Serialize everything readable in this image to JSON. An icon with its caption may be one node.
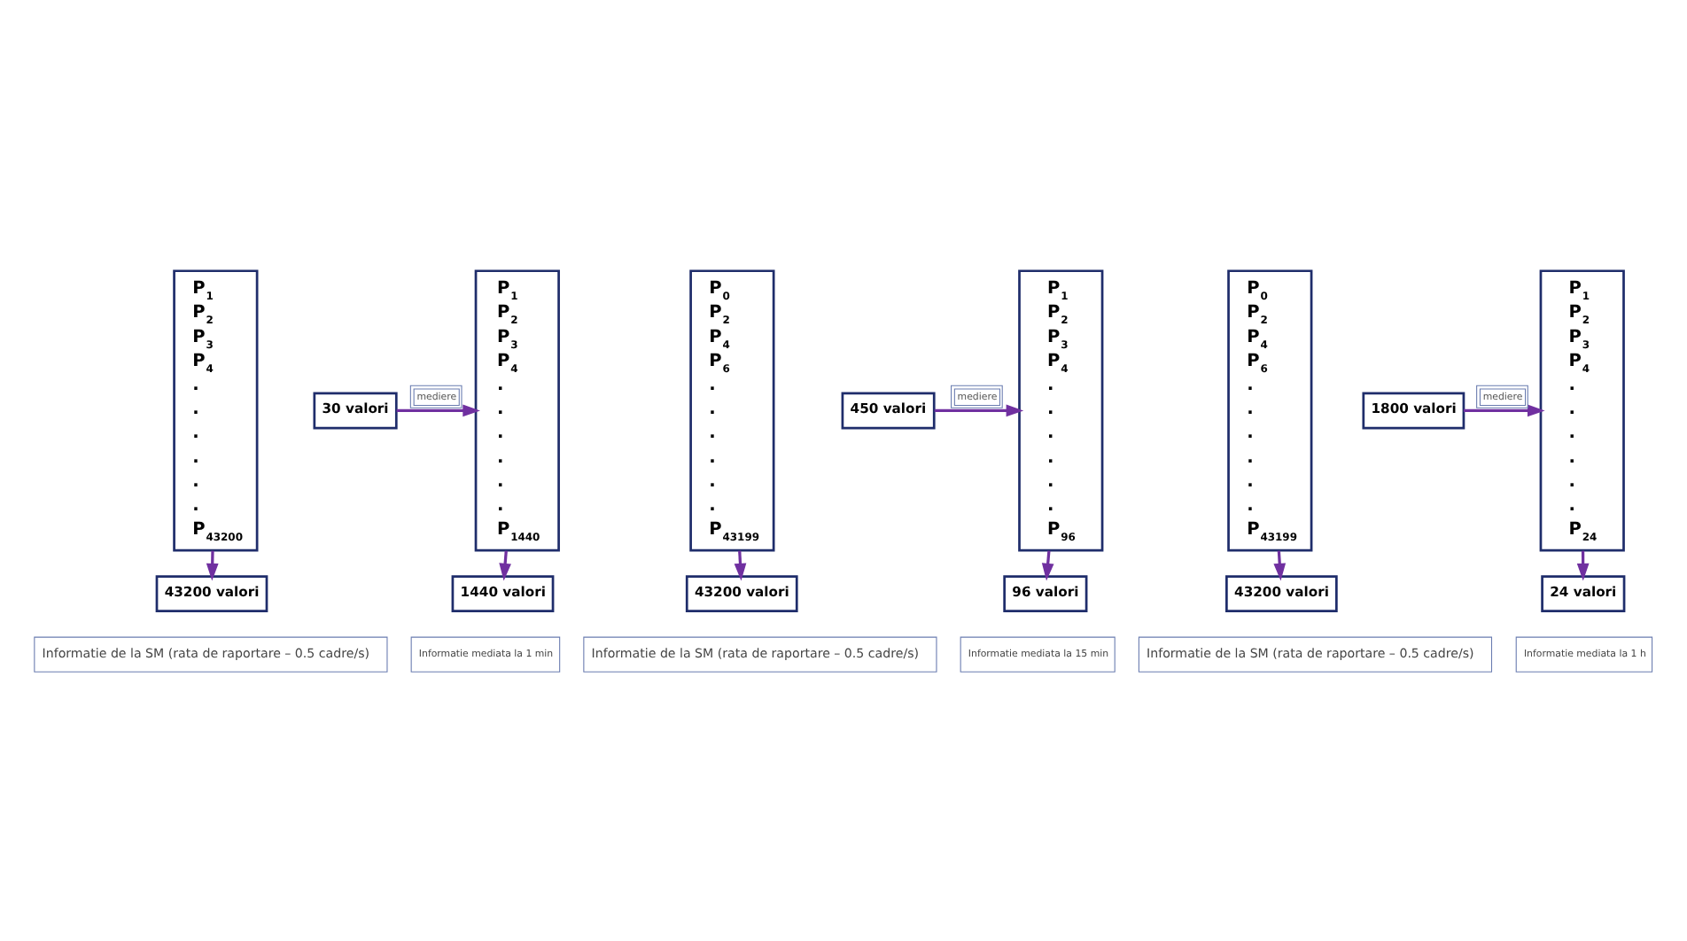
{
  "diagram": {
    "nodes": [
      {
        "text": [
          "P$_{1}$",
          "P$_{2}$",
          "P$_{3}$",
          "P$_{4}$",
          ".",
          ".",
          ".",
          ".",
          ".",
          ".",
          "P$_{43200}$"
        ]
      },
      {
        "text": [
          "30 valori"
        ]
      },
      {
        "text": [
          "P$_{1}$",
          "P$_{2}$",
          "P$_{3}$",
          "P$_{4}$",
          ".",
          ".",
          ".",
          ".",
          ".",
          ".",
          "P$_{1440}$"
        ]
      },
      {
        "text": [
          "43200 valori"
        ]
      },
      {
        "text": [
          "1440 valori"
        ]
      },
      {
        "text": [
          "Informatie de la SM (rata de raportare – 0.5 cadre/s)"
        ]
      },
      {
        "text": [
          "Informatie mediata la 1 min"
        ]
      },
      {
        "text": [
          "P$_{0}$",
          "P$_{2}$",
          "P$_{4}$",
          "P$_{6}$",
          ".",
          ".",
          ".",
          ".",
          ".",
          ".",
          "P$_{43199}$"
        ]
      },
      {
        "text": [
          "450 valori"
        ]
      },
      {
        "text": [
          "P$_{1}$",
          "P$_{2}$",
          "P$_{3}$",
          "P$_{4}$",
          ".",
          ".",
          ".",
          ".",
          ".",
          ".",
          "P$_{96}$"
        ]
      },
      {
        "text": [
          "43200 valori"
        ]
      },
      {
        "text": [
          "96 valori"
        ]
      },
      {
        "text": [
          "Informatie de la SM (rata de raportare – 0.5 cadre/s)"
        ]
      },
      {
        "text": [
          "Informatie mediata la 15 min"
        ]
      },
      {
        "text": [
          "P$_{0}$",
          "P$_{2}$",
          "P$_{4}$",
          "P$_{6}$",
          ".",
          ".",
          ".",
          ".",
          ".",
          ".",
          "P$_{43199}$"
        ]
      },
      {
        "text": [
          "1800 valori"
        ]
      },
      {
        "text": [
          "P$_{1}$",
          "P$_{2}$",
          "P$_{3}$",
          "P$_{4}$",
          ".",
          ".",
          ".",
          ".",
          ".",
          ".",
          "P$_{24}$"
        ]
      },
      {
        "text": [
          "43200 valori"
        ]
      },
      {
        "text": [
          "24 valori"
        ]
      },
      {
        "text": [
          "Informatie de la SM (rata de raportare – 0.5 cadre/s)"
        ]
      },
      {
        "text": [
          "Informatie mediata la 1 h"
        ]
      }
    ],
    "edges": [
      {
        "from": 0,
        "to": 3,
        "arrow": "to"
      },
      {
        "from": 1,
        "to": 2,
        "arrow": "to",
        "label": "mediere"
      },
      {
        "from": 2,
        "to": 4,
        "arrow": "to"
      },
      {
        "from": 7,
        "to": 10,
        "arrow": "to"
      },
      {
        "from": 8,
        "to": 9,
        "arrow": "to",
        "label": "mediere"
      },
      {
        "from": 9,
        "to": 11,
        "arrow": "to"
      },
      {
        "from": 14,
        "to": 17,
        "arrow": "to"
      },
      {
        "from": 15,
        "to": 16,
        "arrow": "to",
        "label": "mediere"
      },
      {
        "from": 16,
        "to": 18,
        "arrow": "to"
      }
    ]
  }
}
